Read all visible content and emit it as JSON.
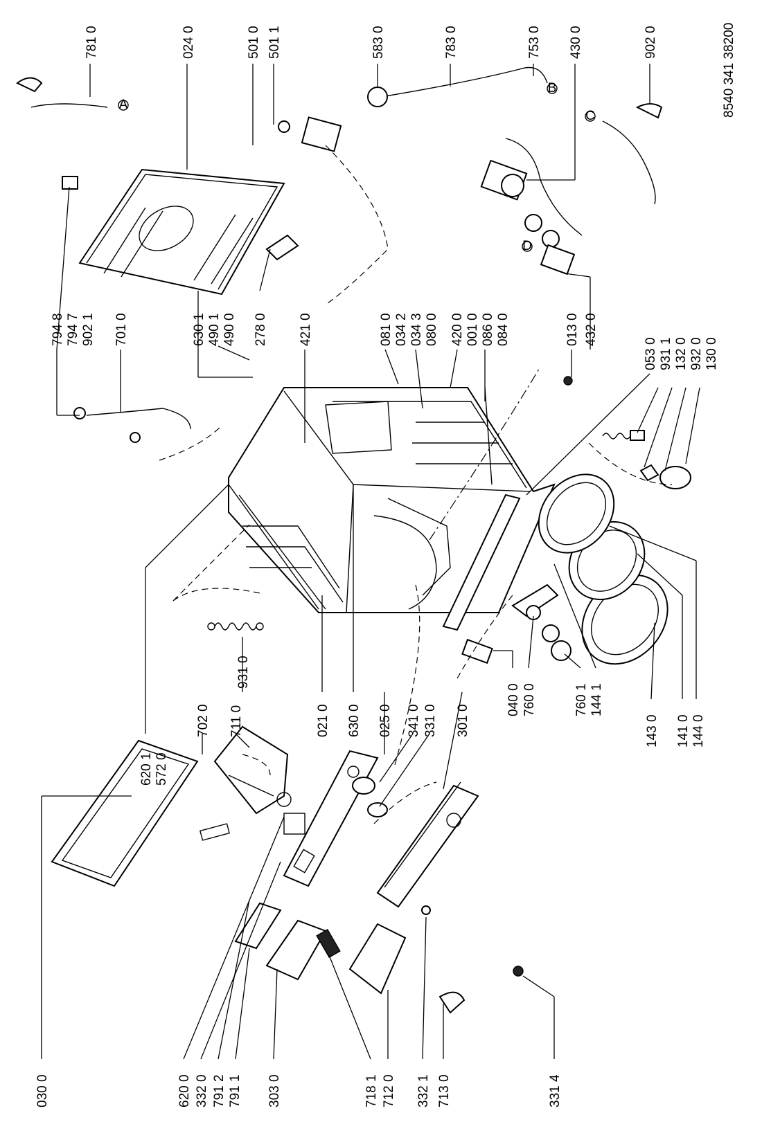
{
  "document_number": "8540 341 38200",
  "part_labels": {
    "p781_0": "781 0",
    "p024_0": "024 0",
    "p501_0": "501 0",
    "p501_1": "501 1",
    "p583_0": "583 0",
    "p783_0": "783 0",
    "p753_0": "753 0",
    "p430_0": "430 0",
    "p902_0": "902 0",
    "p794_8": "794 8",
    "p794_7": "794 7",
    "p902_1": "902 1",
    "p701_0": "701 0",
    "p630_1": "630 1",
    "p490_1": "490 1",
    "p490_0": "490 0",
    "p278_0": "278 0",
    "p421_0": "421 0",
    "p081_0": "081 0",
    "p034_2": "034 2",
    "p034_3": "034 3",
    "p080_0": "080 0",
    "p420_0": "420 0",
    "p001_0": "001 0",
    "p086_0": "086 0",
    "p084_0": "084 0",
    "p013_0": "013 0",
    "p432_0": "432 0",
    "p053_0": "053 0",
    "p931_1": "931 1",
    "p132_0": "132 0",
    "p932_0": "932 0",
    "p130_0": "130 0",
    "p620_1": "620 1",
    "p572_0": "572 0",
    "p702_0": "702 0",
    "p711_0": "711 0",
    "p931_0": "931 0",
    "p021_0": "021 0",
    "p630_0": "630 0",
    "p025_0": "025 0",
    "p341_0": "341 0",
    "p331_0": "331 0",
    "p301_0": "301 0",
    "p040_0": "040 0",
    "p760_0": "760 0",
    "p760_1": "760 1",
    "p144_1": "144 1",
    "p143_0": "143 0",
    "p141_0": "141 0",
    "p144_0": "144 0",
    "p030_0": "030 0",
    "p620_0": "620 0",
    "p332_0": "332 0",
    "p791_2": "791 2",
    "p791_1": "791 1",
    "p303_0": "303 0",
    "p718_1": "718 1",
    "p712_0": "712 0",
    "p332_1": "332 1",
    "p713_0": "713 0",
    "p331_4": "331 4"
  },
  "connector_marks": {
    "a": "A",
    "b": "B",
    "c": "C",
    "d": "D"
  }
}
